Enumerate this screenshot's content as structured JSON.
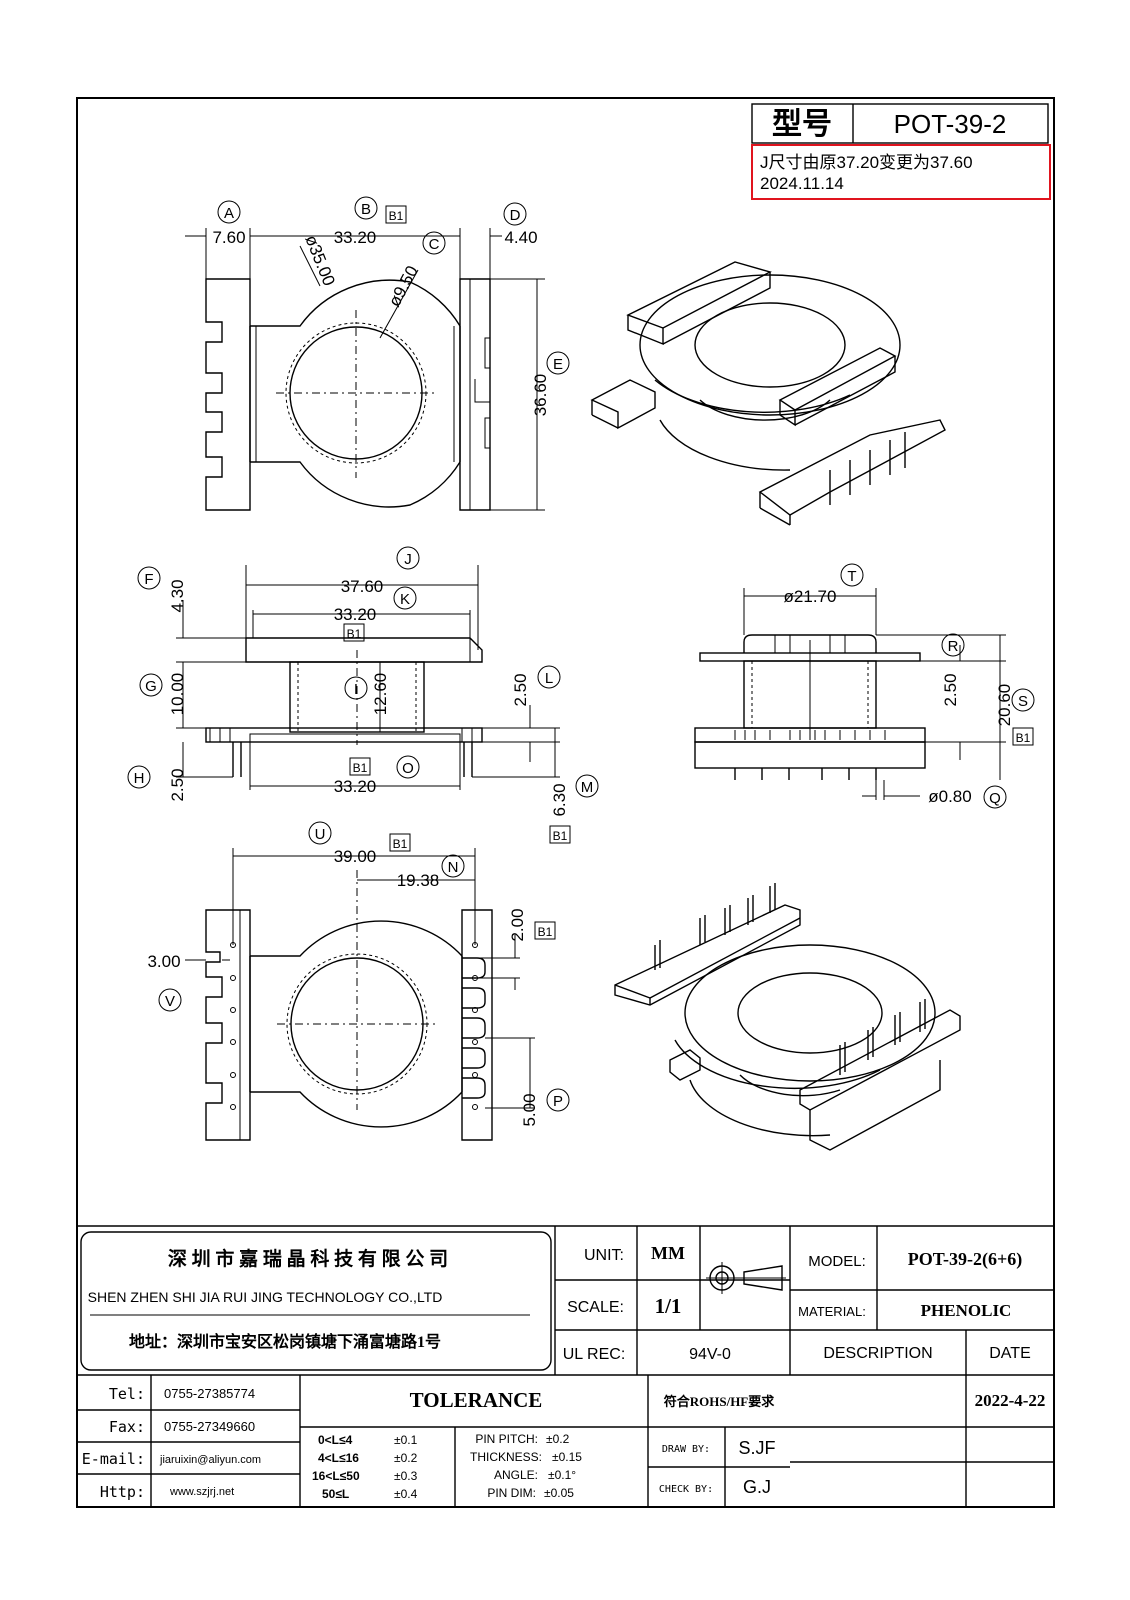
{
  "model_box": {
    "label": "型号",
    "value": "POT-39-2"
  },
  "revision_note": {
    "line1": "J尺寸由原37.20变更为37.60",
    "line2": "2024.11.14"
  },
  "top_view": {
    "dims": {
      "a": "7.60",
      "b": "33.20",
      "d": "4.40",
      "phi35": "ø35.00",
      "phi950": "ø9.50",
      "e": "36.60"
    },
    "markers": [
      "A",
      "B",
      "C",
      "D",
      "E"
    ],
    "b1": "B1"
  },
  "side_view": {
    "dims": {
      "j": "37.60",
      "k": "33.20",
      "f": "4.30",
      "g": "10.00",
      "i": "12.60",
      "l": "2.50",
      "h": "2.50",
      "o": "33.20",
      "m": "6.30"
    },
    "markers": [
      "J",
      "K",
      "F",
      "G",
      "I",
      "L",
      "H",
      "O",
      "M"
    ],
    "b1": "B1"
  },
  "end_view": {
    "dims": {
      "t": "ø21.70",
      "r": "2.50",
      "s": "20.60",
      "q": "ø0.80"
    },
    "markers": [
      "T",
      "R",
      "S",
      "Q"
    ],
    "b1": "B1"
  },
  "bottom_view": {
    "dims": {
      "u": "39.00",
      "n": "19.38",
      "v": "3.00",
      "pin": "2.00",
      "p": "5.00"
    },
    "markers": [
      "U",
      "N",
      "V",
      "P"
    ],
    "b1": "B1"
  },
  "company": {
    "name_cn": "深 圳 市 嘉 瑞 晶 科 技 有 限 公 司",
    "name_en": "SHEN ZHEN SHI  JIA RUI JING  TECHNOLOGY CO.,LTD",
    "address": "地址：深圳市宝安区松岗镇塘下涌富塘路1号"
  },
  "contacts": [
    {
      "label": "Tel:",
      "value": "0755-27385774"
    },
    {
      "label": "Fax:",
      "value": "0755-27349660"
    },
    {
      "label": "E-mail:",
      "value": "jiaruixin@aliyun.com"
    },
    {
      "label": "Http:",
      "value": "www.szjrj.net"
    }
  ],
  "spec": {
    "unit_label": "UNIT:",
    "unit_value": "MM",
    "scale_label": "SCALE:",
    "scale_value": "1/1",
    "ul_label": "UL REC:",
    "ul_value": "94V-0",
    "model_label": "MODEL:",
    "model_value": "POT-39-2(6+6)",
    "material_label": "MATERIAL:",
    "material_value": "PHENOLIC",
    "description_label": "DESCRIPTION",
    "date_label": "DATE",
    "rohs": "符合ROHS/HF要求",
    "date_value": "2022-4-22",
    "draw_label": "DRAW BY:",
    "draw_value": "S.JF",
    "check_label": "CHECK BY:",
    "check_value": "G.J"
  },
  "tolerance": {
    "title": "TOLERANCE",
    "rows": [
      {
        "range": "0<L≤4",
        "tol": "±0.1"
      },
      {
        "range": "4<L≤16",
        "tol": "±0.2"
      },
      {
        "range": "16<L≤50",
        "tol": "±0.3"
      },
      {
        "range": "50≤L",
        "tol": "±0.4"
      }
    ],
    "misc": [
      {
        "label": "PIN PITCH:",
        "tol": "±0.2"
      },
      {
        "label": "THICKNESS:",
        "tol": "±0.15"
      },
      {
        "label": "ANGLE:",
        "tol": "±0.1°"
      },
      {
        "label": "PIN DIM:",
        "tol": "±0.05"
      }
    ]
  }
}
